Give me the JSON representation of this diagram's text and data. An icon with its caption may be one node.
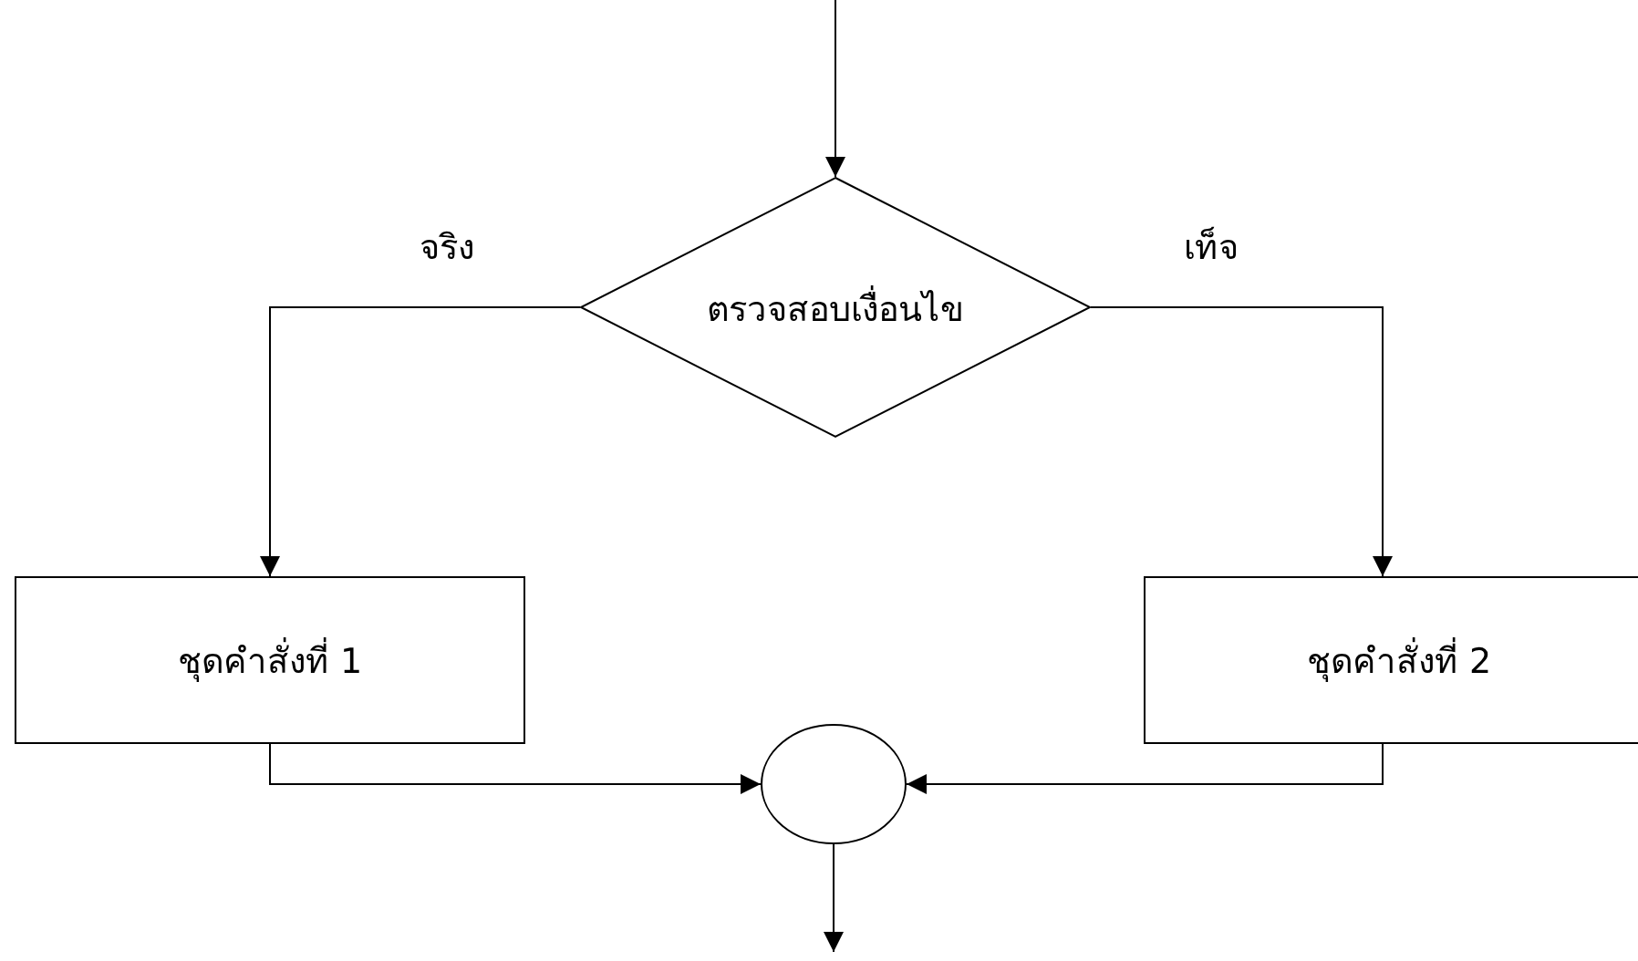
{
  "diagram": {
    "nodes": [
      {
        "text": [
          "ตรวจสอบเงื่อนไข"
        ]
      },
      {
        "text": [
          "ชุดคำสั่งที่ 1"
        ]
      },
      {
        "text": [
          "ชุดคำสั่งที่ 2"
        ]
      },
      {
        "text": [],
        "shape": "circle"
      }
    ],
    "edges": [
      {
        "from": null,
        "to": 0,
        "arrow": "to"
      },
      {
        "from": 0,
        "to": 1,
        "arrow": "to",
        "label": "จริง"
      },
      {
        "from": 0,
        "to": 2,
        "arrow": "to",
        "label": "เท็จ"
      },
      {
        "from": 1,
        "to": 3,
        "arrow": "to"
      },
      {
        "from": 2,
        "to": 3,
        "arrow": "to"
      },
      {
        "from": 3,
        "to": null,
        "arrow": "to"
      }
    ]
  }
}
